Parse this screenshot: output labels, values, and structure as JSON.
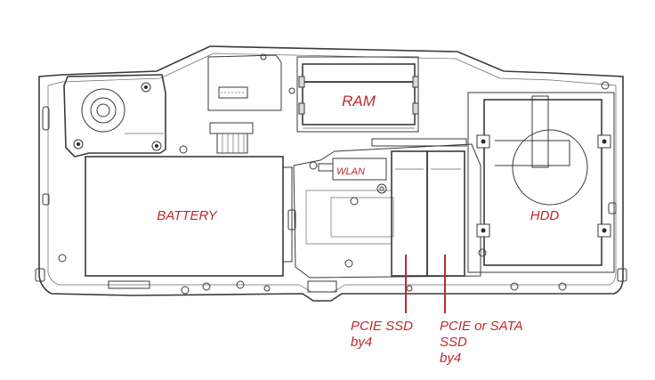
{
  "labels": {
    "ram": "RAM",
    "wlan": "WLAN",
    "battery": "BATTERY",
    "hdd": "HDD",
    "pcie_ssd": [
      "PCIE SSD",
      "by4"
    ],
    "pcie_sata_ssd": [
      "PCIE or SATA",
      "SSD",
      "by4"
    ]
  },
  "colors": {
    "label": "#c0282d",
    "pointer": "#c0282d",
    "linework": "#3a3a3a"
  }
}
